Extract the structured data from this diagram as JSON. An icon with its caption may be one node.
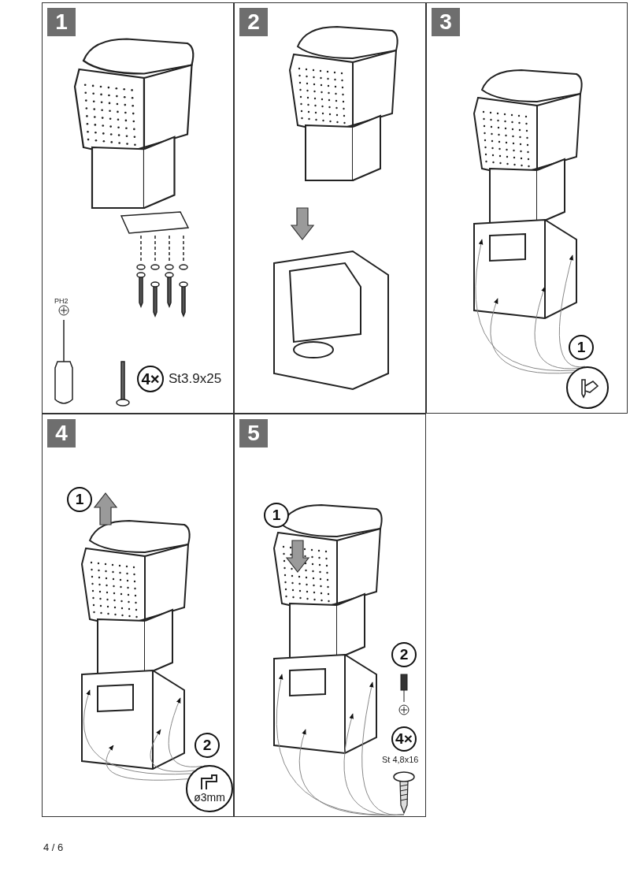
{
  "diagram": {
    "nodes": [
      {
        "text": [
          "1"
        ]
      },
      {
        "text": [
          "4×"
        ],
        "in": 0,
        "beside": [
          "St3.9x25"
        ]
      },
      {
        "text": [
          "2"
        ]
      },
      {
        "text": [
          "3"
        ]
      },
      {
        "text": [
          "1"
        ],
        "in": 3
      },
      {
        "text": [],
        "shape": "circle",
        "in": 3
      },
      {
        "text": [
          "4"
        ]
      },
      {
        "text": [
          "1"
        ],
        "in": 6
      },
      {
        "text": [
          "2"
        ],
        "in": 6
      },
      {
        "text": [
          "ø3mm"
        ],
        "in": 6
      },
      {
        "text": [
          "5"
        ]
      },
      {
        "text": [
          "1"
        ],
        "in": 10
      },
      {
        "text": [
          "2"
        ],
        "in": 10
      },
      {
        "text": [
          "4×"
        ],
        "in": 10,
        "beside": [
          "St 4,8x16"
        ]
      },
      {
        "text": [],
        "shape": "picture",
        "in": 10
      }
    ],
    "edges": [
      {
        "from": 5,
        "to": null,
        "arrow": "to"
      },
      {
        "from": 5,
        "to": null,
        "arrow": "to"
      },
      {
        "from": 5,
        "to": null,
        "arrow": "to"
      },
      {
        "from": 5,
        "to": null,
        "arrow": "to"
      },
      {
        "from": 9,
        "to": null,
        "arrow": "to"
      },
      {
        "from": 9,
        "to": null,
        "arrow": "to"
      },
      {
        "from": 9,
        "to": null,
        "arrow": "to"
      },
      {
        "from": 9,
        "to": null,
        "arrow": "to"
      },
      {
        "from": 14,
        "to": null,
        "arrow": "to"
      },
      {
        "from": 14,
        "to": null,
        "arrow": "to"
      },
      {
        "from": 14,
        "to": null,
        "arrow": "to"
      },
      {
        "from": 14,
        "to": null,
        "arrow": "to"
      }
    ],
    "labels": [
      "PH2",
      "4 / 6"
    ]
  }
}
